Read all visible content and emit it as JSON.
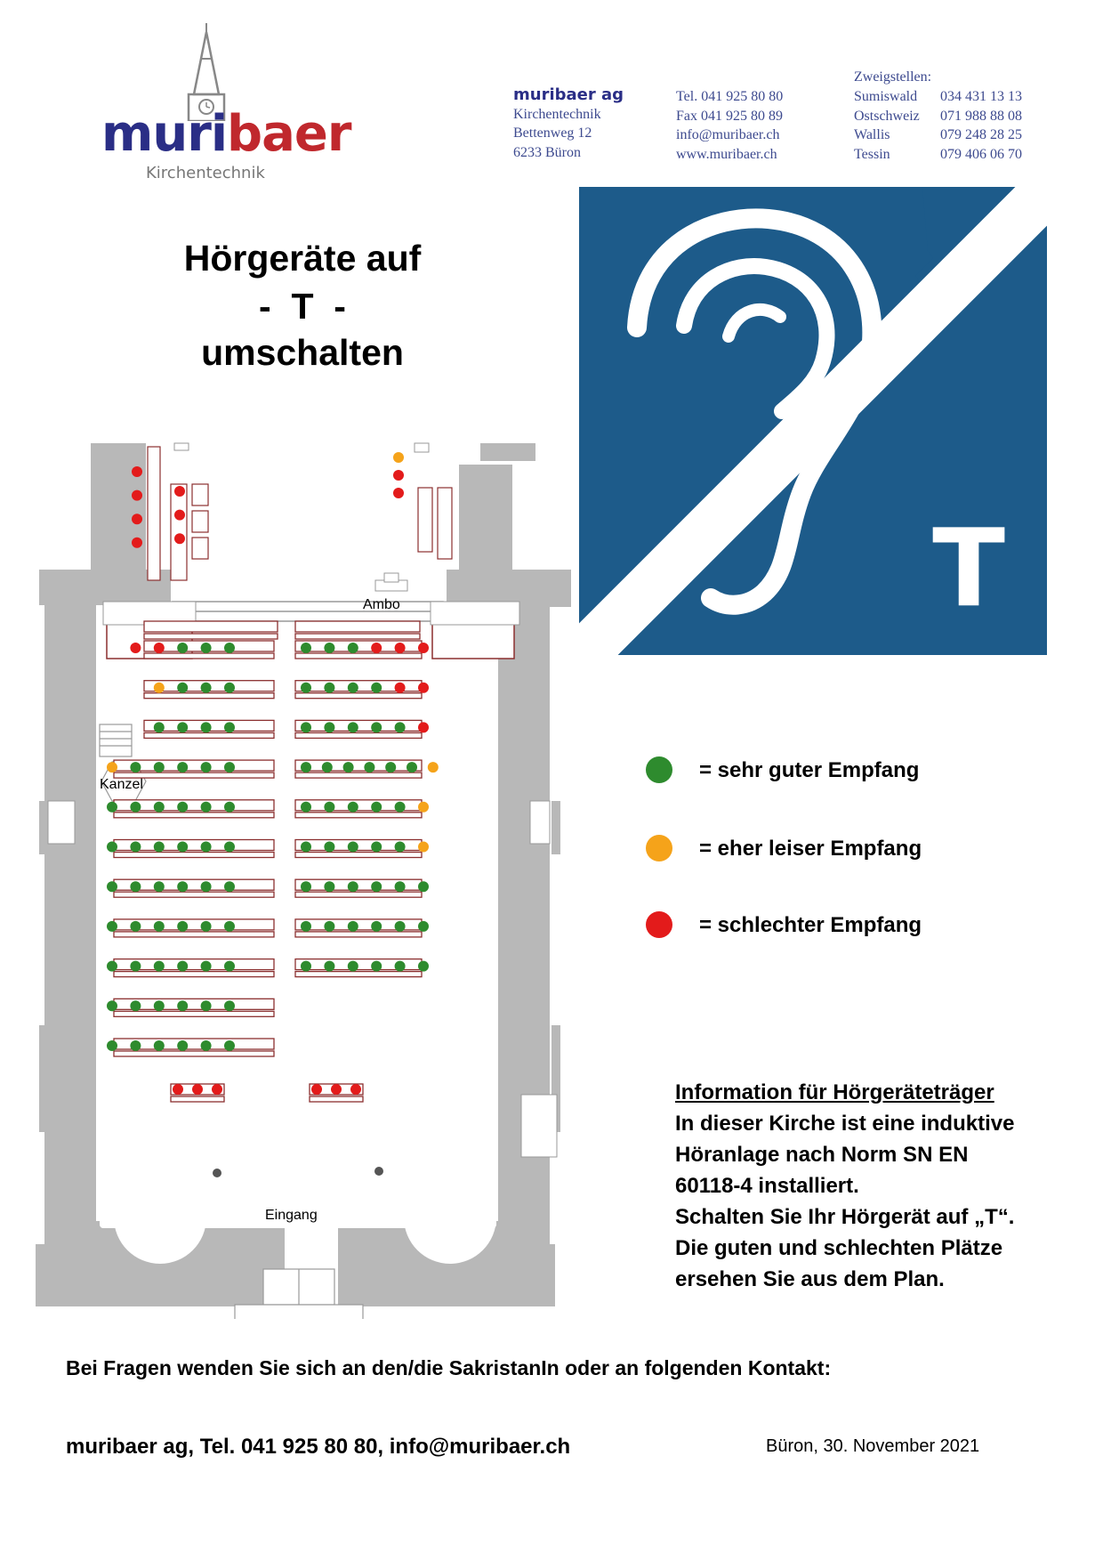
{
  "header": {
    "logo": {
      "text_primary": "muri",
      "text_accent": "baer",
      "subtitle": "Kirchentechnik"
    },
    "company": {
      "name": "muribaer ag",
      "lines": [
        "Kirchentechnik",
        "Bettenweg 12",
        "6233 Büron"
      ]
    },
    "contact_lines": [
      "Tel. 041 925 80 80",
      "Fax 041 925 80 89",
      "info@muribaer.ch",
      "www.muribaer.ch"
    ],
    "branches": {
      "title": "Zweigstellen:",
      "items": [
        {
          "name": "Sumiswald",
          "phone": "034 431 13 13"
        },
        {
          "name": "Ostschweiz",
          "phone": "071 988 88 08"
        },
        {
          "name": "Wallis",
          "phone": "079 248 28 25"
        },
        {
          "name": "Tessin",
          "phone": "079 406 06 70"
        }
      ]
    }
  },
  "title": {
    "line1": "Hörgeräte auf",
    "line2": "-  T  -",
    "line3": "umschalten"
  },
  "sign": {
    "letter": "T",
    "bg_color": "#1d5b8a"
  },
  "plan": {
    "labels": {
      "ambo": "Ambo",
      "kanzel": "Kanzel",
      "eingang": "Eingang"
    },
    "colors": {
      "green": "#2e8b2e",
      "orange": "#f5a31a",
      "red": "#e31b1b",
      "wall": "#b8b8b8",
      "pew": "#8b2f2f"
    },
    "left_rows": [
      "rrggg",
      "oggg",
      "gggg",
      "oggggg",
      "gggggg",
      "gggggg",
      "gggggg",
      "gggggg",
      "gggggg",
      "gggggg",
      "gggggg"
    ],
    "right_rows": [
      "gggrrr",
      "ggggrr",
      "gggggr",
      "ggggggo",
      "gggggo",
      "gggggo",
      "gggggg",
      "gggggg",
      "gggggg"
    ],
    "upper_left_rows": [
      "r",
      "r",
      "r",
      "r"
    ],
    "upper_left_inner": [
      "r",
      "r",
      "r"
    ],
    "upper_right_rows": [
      "o",
      "r",
      "r"
    ],
    "entrance_left": "rrr",
    "entrance_right": "rrr"
  },
  "legend": [
    {
      "color": "#2e8b2e",
      "text": "= sehr guter Empfang"
    },
    {
      "color": "#f5a31a",
      "text": "= eher leiser Empfang"
    },
    {
      "color": "#e31b1b",
      "text": "= schlechter Empfang"
    }
  ],
  "info": {
    "heading": "Information für Hörgeräteträger",
    "lines": [
      "In dieser Kirche ist eine induktive",
      "Höranlage nach Norm SN EN",
      "60118-4 installiert.",
      "Schalten Sie Ihr Hörgerät auf „T“.",
      "Die guten und schlechten Plätze",
      "ersehen Sie aus dem Plan."
    ]
  },
  "footer": {
    "question": "Bei Fragen wenden Sie sich an den/die SakristanIn oder an folgenden Kontakt:",
    "contact": "muribaer ag, Tel. 041 925 80 80, info@muribaer.ch",
    "date": "Büron, 30. November 2021"
  }
}
